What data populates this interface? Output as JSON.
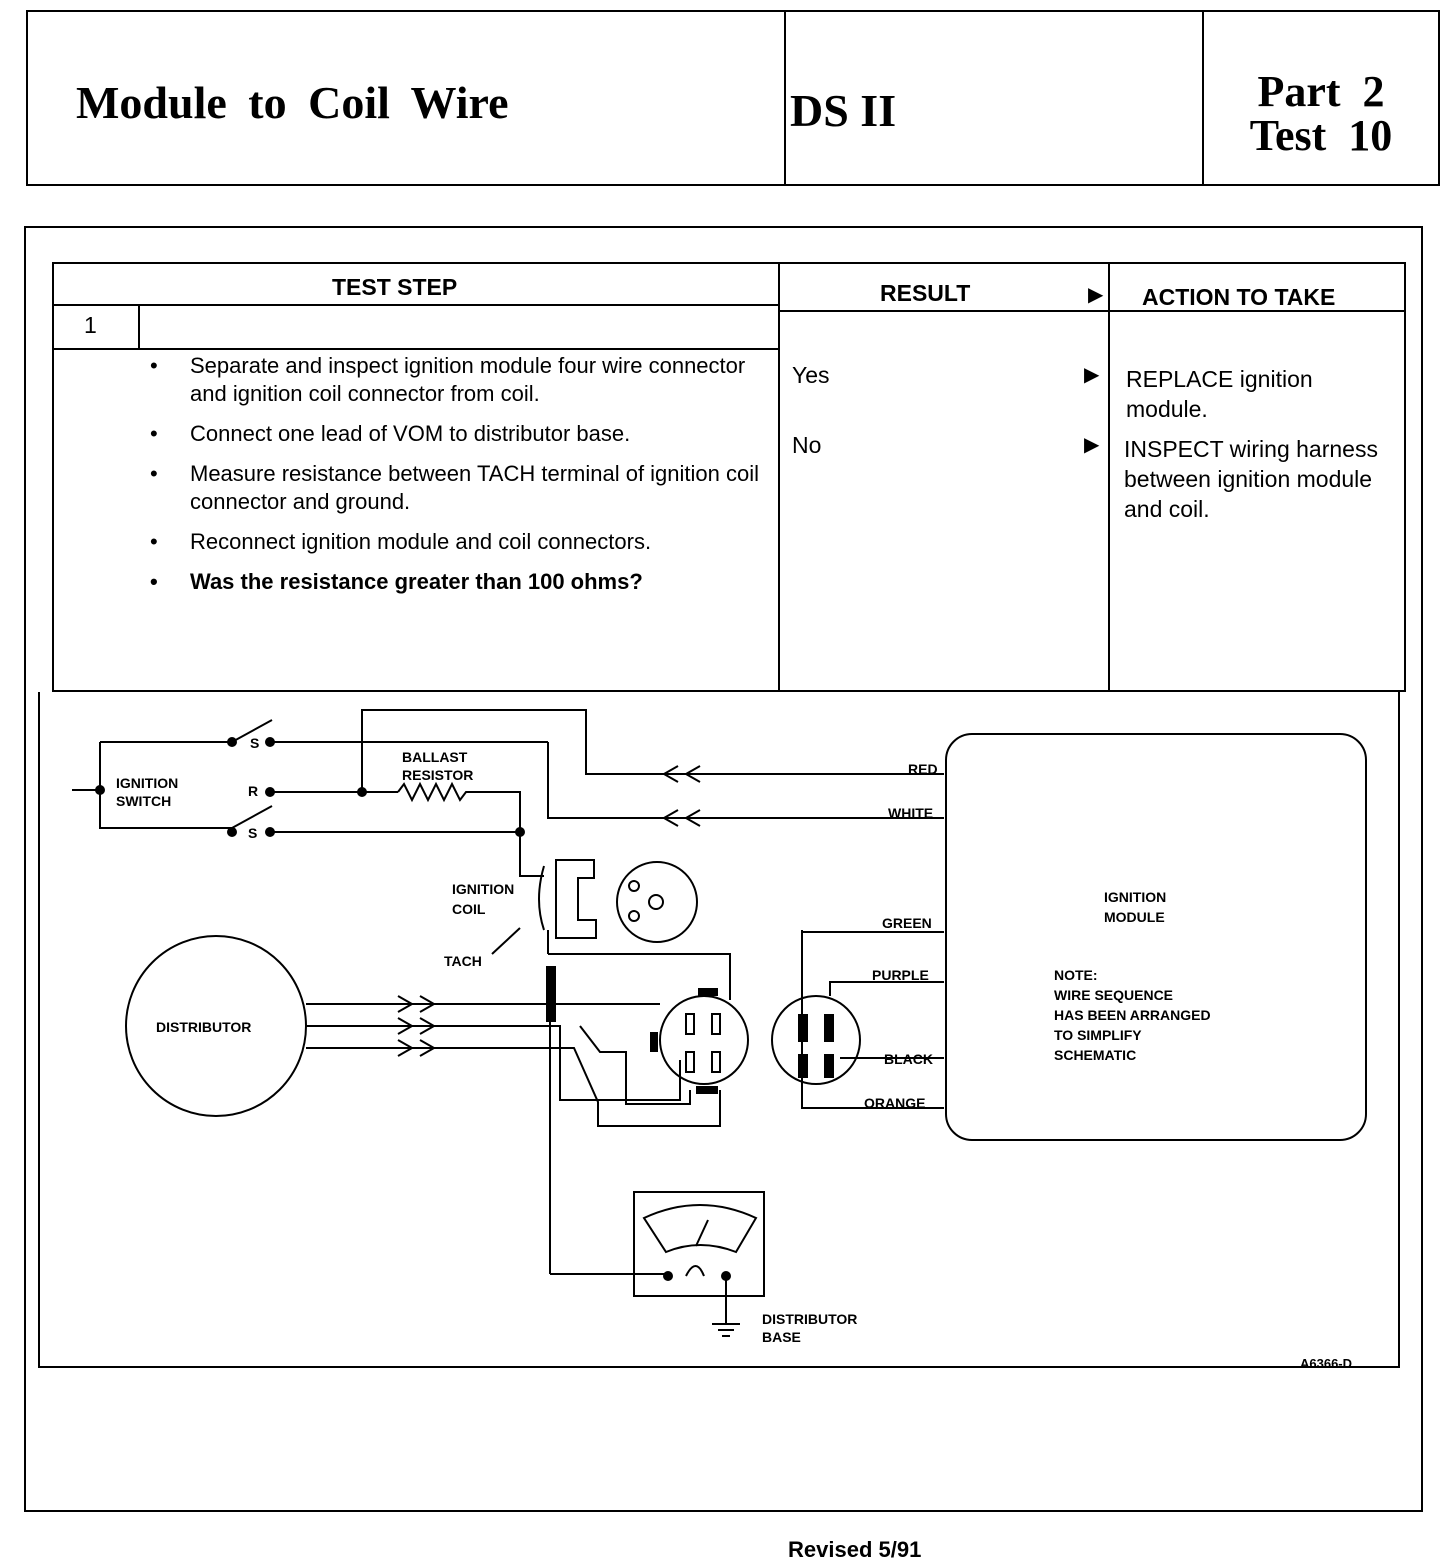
{
  "header": {
    "title": "Module to Coil Wire",
    "model": "DS II",
    "part": "Part  2\nTest  10"
  },
  "table": {
    "col_test_step": "TEST STEP",
    "col_result": "RESULT",
    "col_action": "ACTION TO TAKE",
    "step_number": "1",
    "steps": [
      "Separate and inspect ignition module four wire connector and ignition coil connector from coil.",
      "Connect one lead of VOM to distributor base.",
      "Measure resistance between TACH terminal of ignition coil connector and ground.",
      "Reconnect ignition module and coil connectors.",
      "Was the resistance greater than 100 ohms?"
    ],
    "results": [
      {
        "result": "Yes",
        "action_keyword": "REPLACE",
        "action_text": " ignition module."
      },
      {
        "result": "No",
        "action_keyword": "INSPECT",
        "action_text": " wiring harness between ignition module and coil."
      }
    ]
  },
  "diagram": {
    "ignition_switch": [
      "IGNITION",
      "SWITCH"
    ],
    "term_s": "S",
    "term_r": "R",
    "ballast": [
      "BALLAST",
      "RESISTOR"
    ],
    "ignition_coil": [
      "IGNITION",
      "COIL"
    ],
    "tach": "TACH",
    "distributor": "DISTRIBUTOR",
    "wire_red": "RED",
    "wire_white": "WHITE",
    "wire_green": "GREEN",
    "wire_purple": "PURPLE",
    "wire_black": "BLACK",
    "wire_orange": "ORANGE",
    "module": [
      "IGNITION",
      "MODULE"
    ],
    "note": [
      "NOTE:",
      "WIRE SEQUENCE",
      "HAS BEEN ARRANGED",
      "TO SIMPLIFY",
      "SCHEMATIC"
    ],
    "dist_base": [
      "DISTRIBUTOR",
      "BASE"
    ],
    "figure_id": "A6366-D"
  },
  "footer": "Revised 5/91"
}
